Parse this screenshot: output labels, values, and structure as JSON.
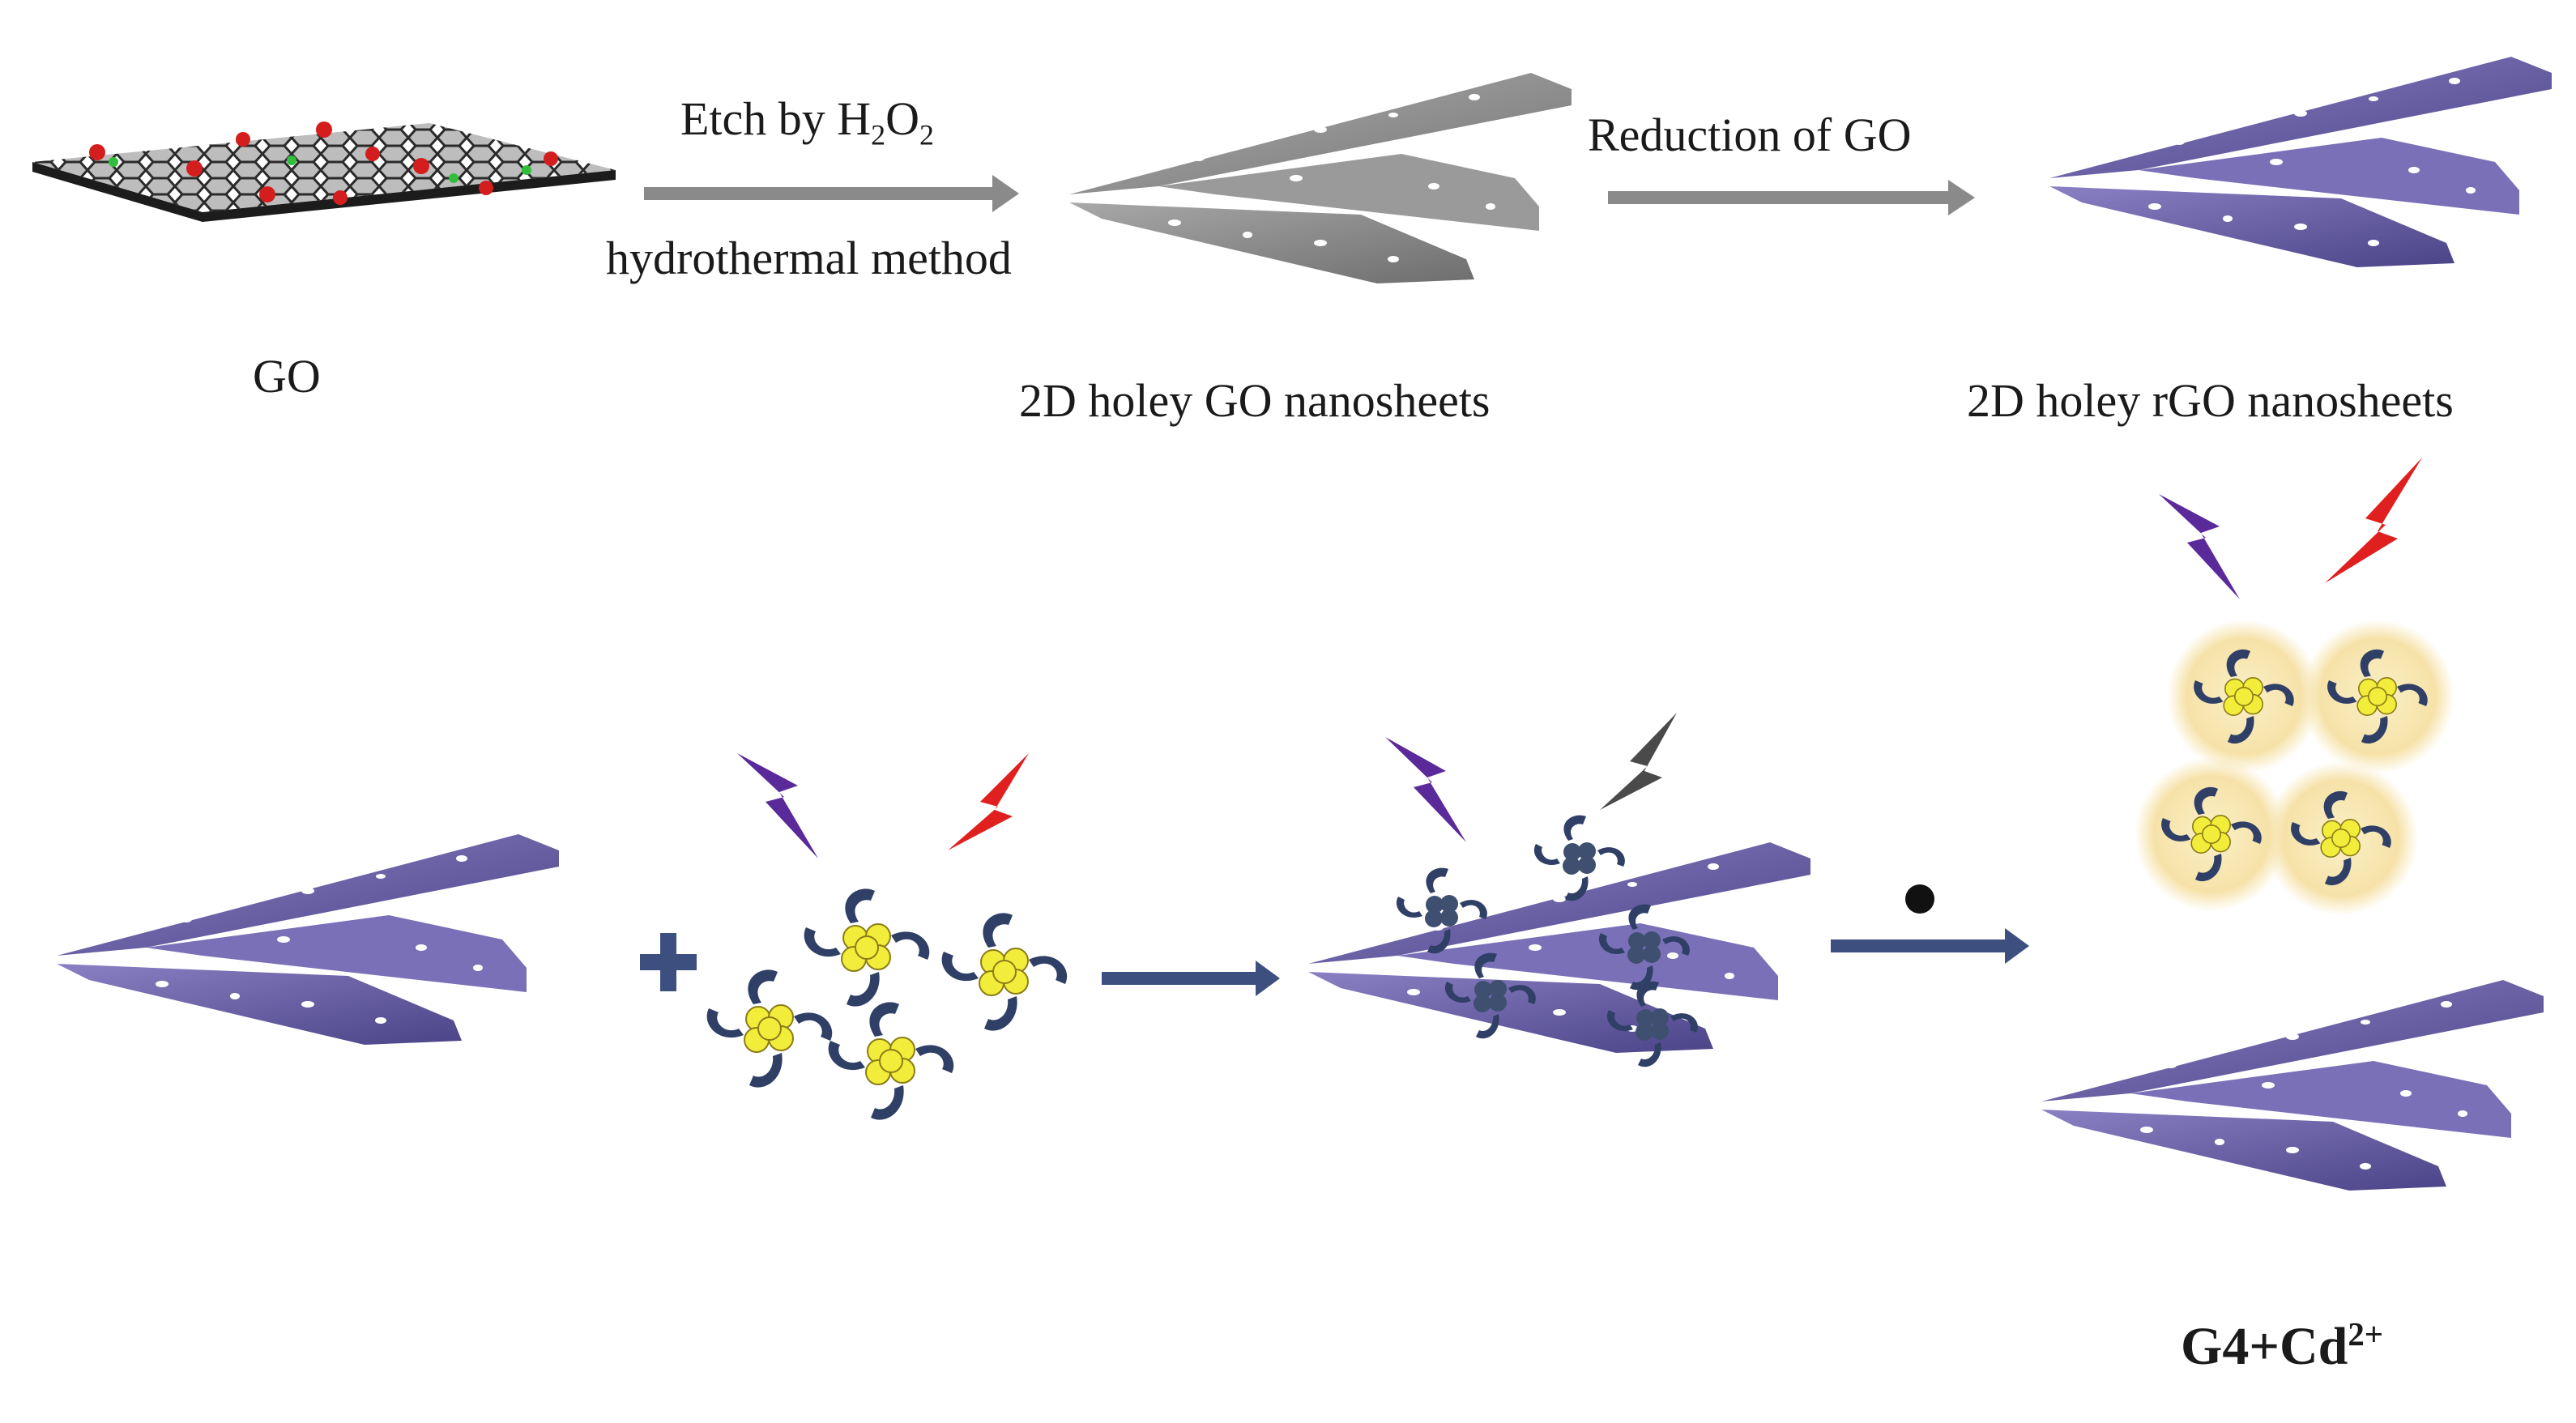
{
  "labels": {
    "go": "GO",
    "step1_top": "Etch by H",
    "step1_sub_a": "2",
    "step1_mid": "O",
    "step1_sub_b": "2",
    "step1_bottom": "hydrothermal  method",
    "holey_go": "2D holey GO nanosheets",
    "step2": "Reduction of GO",
    "holey_rgo": "2D holey rGO nanosheets",
    "result_main": "G4+Cd",
    "result_sup": "2+"
  },
  "colors": {
    "sheet_gray": "#8c8c8c",
    "sheet_purple": "#6a5fa8",
    "arrow_gray": "#8a8a8a",
    "arrow_navy": "#3d4f7f",
    "bolt_purple": "#5b2a9a",
    "bolt_red": "#e0201e",
    "bolt_gray": "#4a4a4a",
    "g4_core": "#f2ec3a",
    "g4_arm": "#2f3f66",
    "glow": "#f6e2a8"
  }
}
